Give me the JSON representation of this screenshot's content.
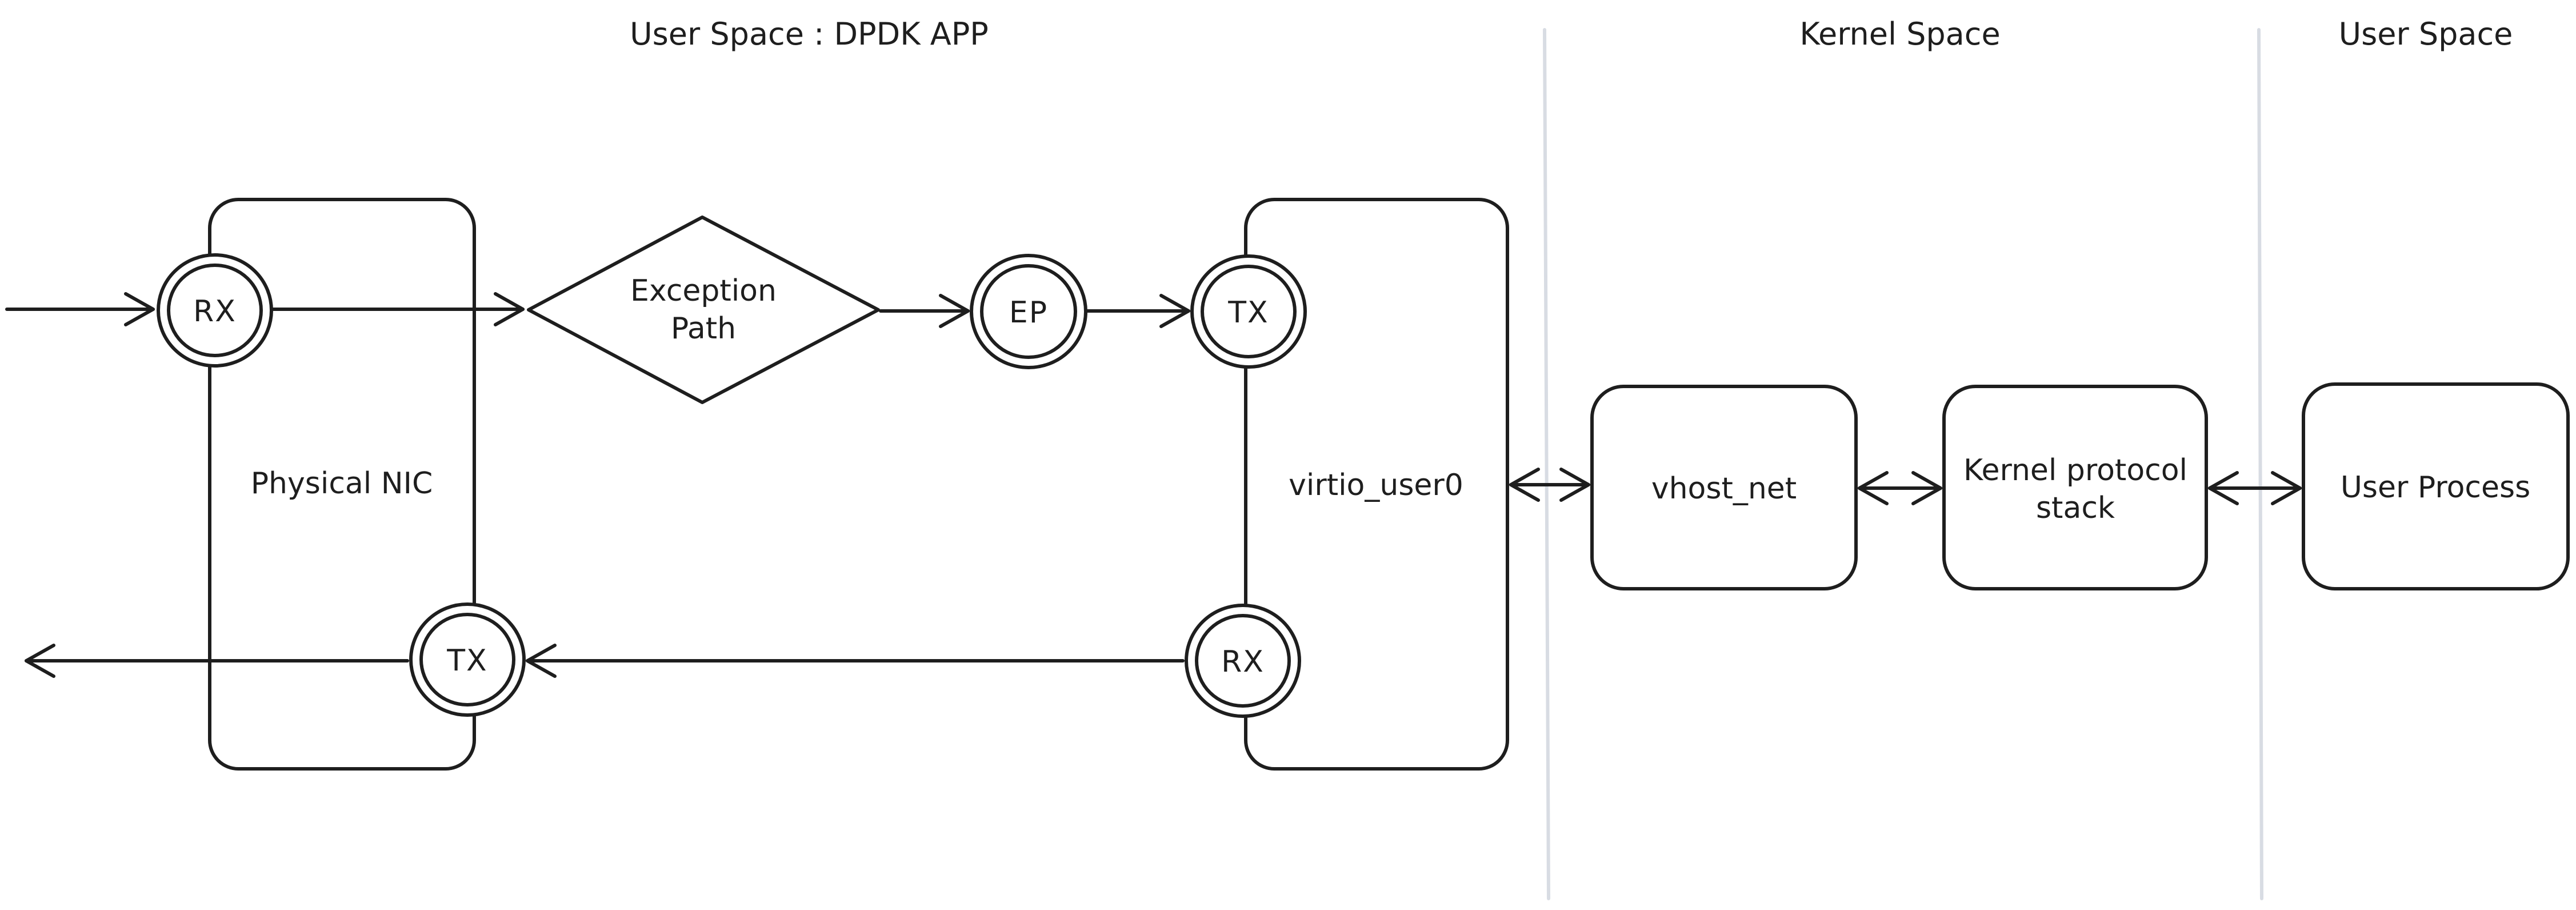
{
  "title": "DPDK virtio_user exception path diagram",
  "colors": {
    "stroke": "#1e1e1e",
    "divider": "#d8dce3",
    "background": "#ffffff"
  },
  "section_labels": {
    "left": "User Space : DPDK APP",
    "middle": "Kernel Space",
    "right": "User Space"
  },
  "nodes": {
    "physical_nic": {
      "label": "Physical NIC"
    },
    "nic_rx": {
      "label": "RX"
    },
    "nic_tx": {
      "label": "TX"
    },
    "exception_path": {
      "line1": "Exception",
      "line2": "Path"
    },
    "ep": {
      "label": "EP"
    },
    "virtio": {
      "label": "virtio_user0"
    },
    "virtio_tx": {
      "label": "TX"
    },
    "virtio_rx": {
      "label": "RX"
    },
    "vhost_net": {
      "label": "vhost_net"
    },
    "kernel_stack": {
      "line1": "Kernel protocol",
      "line2": "stack"
    },
    "user_process": {
      "label": "User Process"
    }
  }
}
